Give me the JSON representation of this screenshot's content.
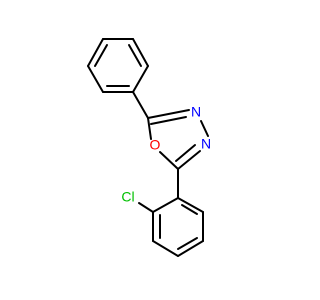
{
  "atoms": {
    "o1": "O",
    "n3": "N",
    "n4": "N",
    "cl": "Cl"
  },
  "colors": {
    "bond": "#000000",
    "oxygen": "#ff0000",
    "nitrogen": "#0000ff",
    "chlorine": "#00c000",
    "background": "#ffffff"
  }
}
